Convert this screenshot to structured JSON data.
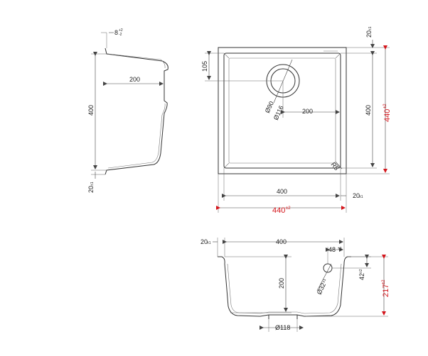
{
  "colors": {
    "line": "#333333",
    "dimension": "#444444",
    "accent": "#d4151b"
  },
  "side_view": {
    "top_lip_tolerance": "8",
    "tol_plus": "+2",
    "tol_minus": "-2",
    "width_200": "200",
    "height_400": "400",
    "bottom_flange": "20",
    "bottom_flange_tol": "±1"
  },
  "top_view": {
    "rim": "20",
    "rim_tol": "±1",
    "offset_105": "105",
    "drain_outer": "Ø116",
    "drain_inner": "Ø90",
    "drain_offset_200": "200",
    "inner_height_400": "400",
    "outer_height": "440",
    "outer_height_tol": "±2",
    "corner_radius": "R5",
    "inner_width_400": "400",
    "rim_right": "20",
    "rim_right_tol": "±1",
    "outer_width": "440",
    "outer_width_tol": "±2"
  },
  "section_view": {
    "rim_left": "20",
    "rim_left_tol": "±1",
    "top_width_400": "400",
    "overflow_offset": "48",
    "overflow_offset_tol": "±3",
    "overflow_dia": "Ø32",
    "overflow_dia_tol": "±1",
    "depth_200": "200",
    "overflow_height": "42",
    "overflow_height_tol": "±2",
    "total_depth": "217",
    "total_depth_tol": "±2",
    "drain_dia": "Ø118"
  }
}
